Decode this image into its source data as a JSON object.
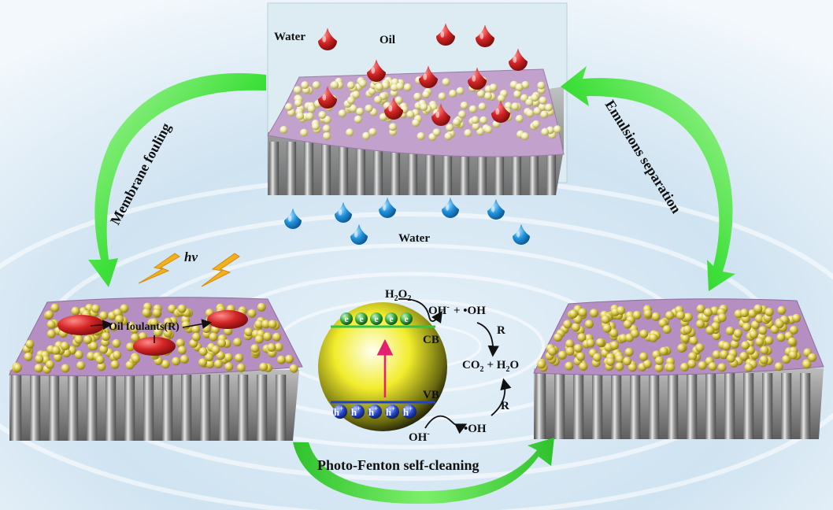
{
  "labels": {
    "water_top": "Water",
    "oil_top": "Oil",
    "water_bottom": "Water",
    "membrane_fouling": "Membrane fouling",
    "emulsions_separation": "Emulsions separation",
    "photo_fenton": "Photo-Fenton self-cleaning",
    "hv": "hv",
    "oil_foulants": "Oil foulants(R)",
    "cb": "CB",
    "vb": "VB",
    "electron": "e",
    "hole": "h",
    "r_upper": "R",
    "r_lower": "R"
  },
  "chemistry": {
    "h2o2": {
      "base": "H",
      "sub1": "2",
      "mid": "O",
      "sub2": "2"
    },
    "oh_minus_top": {
      "base": "OH",
      "sup": "-"
    },
    "oh_radical_top": "+ •OH",
    "co2": {
      "base": "CO",
      "sub": "2"
    },
    "h2o": {
      "pre": "+ H",
      "sub": "2",
      "post": "O"
    },
    "oh_minus_bottom": {
      "base": "OH",
      "sup": "-"
    },
    "oh_radical_bottom": "•OH",
    "hole_charge": "+"
  },
  "colors": {
    "arrow_green": "#3fe03a",
    "arrow_green_dark": "#2bb52a",
    "oil_red": "#c81818",
    "water_blue": "#1e8fd8",
    "membrane_purple": "#b98fc4",
    "particle_yellow": "#e8dd72",
    "sphere_yellow": "#f4ef2a",
    "cb_line": "#34c24a",
    "vb_line": "#2241c9",
    "hv_bolt": "#f2b01e",
    "excitation_arrow": "#e5206f",
    "top_panel_bg": "#dfeef3",
    "ripple_bg": "#d4e7f3"
  },
  "counts": {
    "electrons": 5,
    "holes": 5
  }
}
